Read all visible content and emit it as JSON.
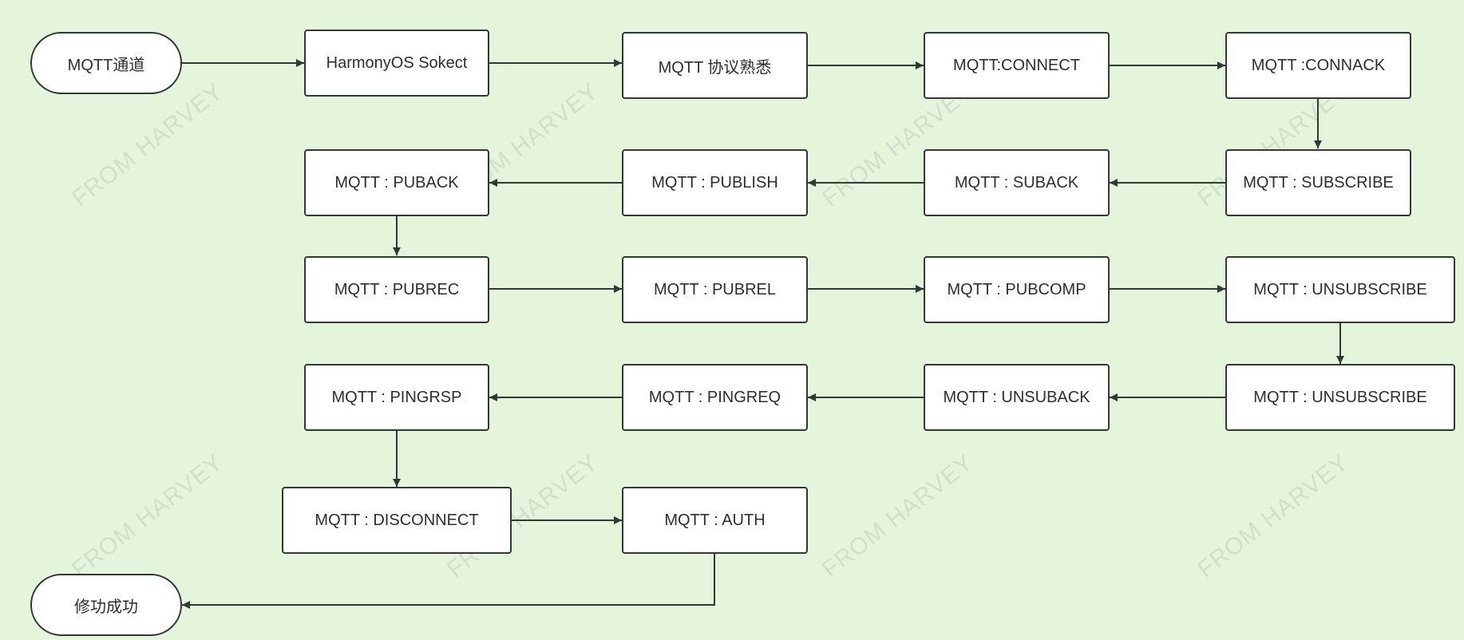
{
  "diagram": {
    "watermark": "FROM HARVEY",
    "colors": {
      "background": "#e5f5dc",
      "node_fill": "#ffffff",
      "stroke": "#2f3a33"
    },
    "nodes": {
      "start": "MQTT通道",
      "socket": "HarmonyOS Sokect",
      "protocol": "MQTT 协议熟悉",
      "connect": "MQTT:CONNECT",
      "connack": "MQTT :CONNACK",
      "subscribe": "MQTT : SUBSCRIBE",
      "suback": "MQTT : SUBACK",
      "publish": "MQTT : PUBLISH",
      "puback": "MQTT : PUBACK",
      "pubrec": "MQTT : PUBREC",
      "pubrel": "MQTT : PUBREL",
      "pubcomp": "MQTT : PUBCOMP",
      "unsubscribe_1": "MQTT : UNSUBSCRIBE",
      "unsubscribe_2": "MQTT : UNSUBSCRIBE",
      "unsuback": "MQTT : UNSUBACK",
      "pingreq": "MQTT : PINGREQ",
      "pingrsp": "MQTT : PINGRSP",
      "disconnect": "MQTT : DISCONNECT",
      "auth": "MQTT : AUTH",
      "end": "修功成功"
    }
  }
}
